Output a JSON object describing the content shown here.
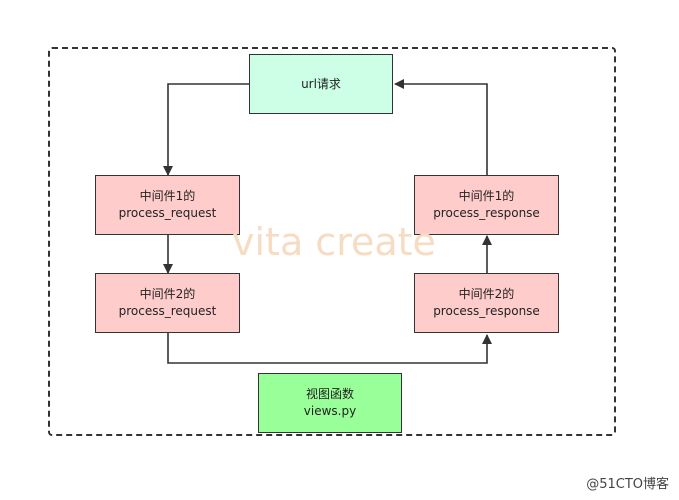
{
  "nodes": {
    "url_request": {
      "label": "url请求"
    },
    "mw1_request": {
      "line1": "中间件1的",
      "line2": "process_request"
    },
    "mw2_request": {
      "line1": "中间件2的",
      "line2": "process_request"
    },
    "mw1_response": {
      "line1": "中间件1的",
      "line2": "process_response"
    },
    "mw2_response": {
      "line1": "中间件2的",
      "line2": "process_response"
    },
    "view_function": {
      "line1": "视图函数",
      "line2": "views.py"
    }
  },
  "watermark": "vita create",
  "credit": "@51CTO博客",
  "colors": {
    "middleware_fill": "#ffcccc",
    "request_fill": "#ccffe6",
    "view_fill": "#99ff99",
    "line": "#333333"
  }
}
